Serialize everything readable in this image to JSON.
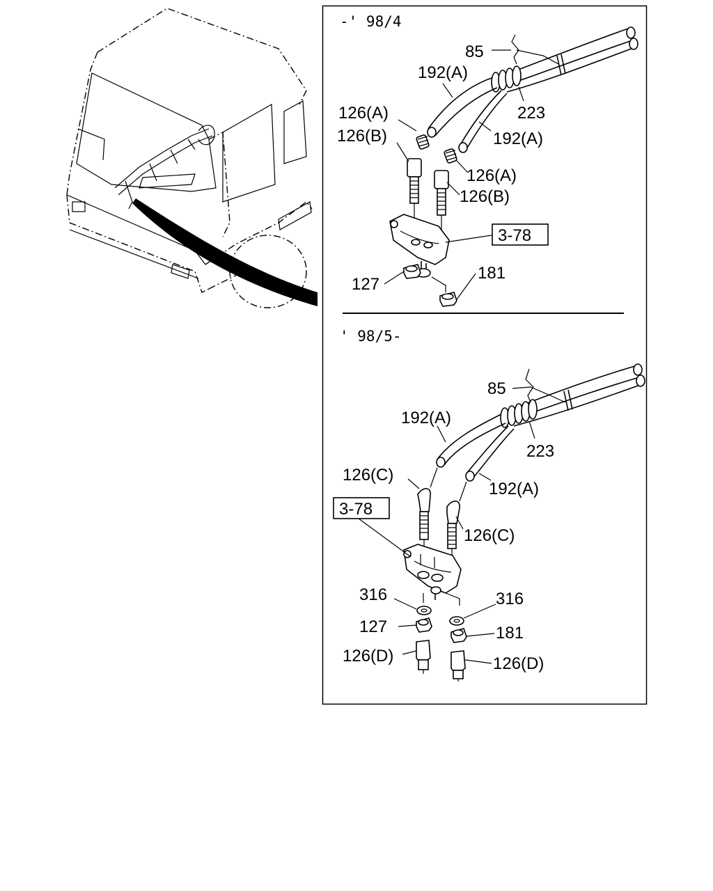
{
  "top_panel": {
    "period": "-' 98/4",
    "labels": {
      "p85": "85",
      "p192a_1": "192(A)",
      "p223": "223",
      "p192a_2": "192(A)",
      "p126a_1": "126(A)",
      "p126b_1": "126(B)",
      "p126a_2": "126(A)",
      "p126b_2": "126(B)",
      "ref": "3-78",
      "p127": "127",
      "p181": "181"
    }
  },
  "bottom_panel": {
    "period": "' 98/5-",
    "labels": {
      "p85": "85",
      "p192a_1": "192(A)",
      "p223": "223",
      "p192a_2": "192(A)",
      "p126c_1": "126(C)",
      "p126c_2": "126(C)",
      "ref": "3-78",
      "p316_1": "316",
      "p316_2": "316",
      "p127": "127",
      "p181": "181",
      "p126d_1": "126(D)",
      "p126d_2": "126(D)"
    }
  }
}
